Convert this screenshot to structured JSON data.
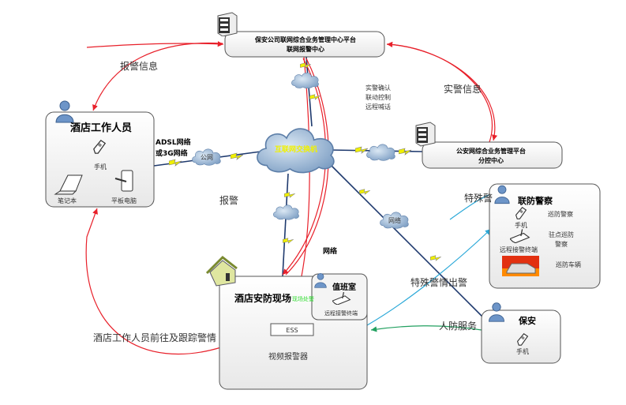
{
  "nodes": {
    "security_center": {
      "line1": "保安公司联网综合业务管理中心平台",
      "line2": "联网报警中心"
    },
    "police_center": {
      "line1": "公安网综合业务管理平台",
      "line2": "分控中心"
    },
    "hotel_staff": {
      "title": "酒店工作人员",
      "phone": "手机",
      "laptop": "笔记本",
      "tablet": "平板电脑"
    },
    "joint_police": {
      "title": "联防警察",
      "phone": "手机",
      "patrol_police": "巡防警察",
      "terminal": "远程接警终端",
      "station_police_1": "驻点巡防",
      "station_police_2": "警察",
      "patrol_vehicle": "巡防车辆"
    },
    "guard": {
      "title": "保安",
      "phone": "手机"
    },
    "hotel_site": {
      "title": "酒店安防现场",
      "onsite": "现场处警",
      "ess": "ESS",
      "video_alarm": "视频报警器"
    },
    "duty_room": {
      "title": "值班室",
      "terminal": "远程接警终端"
    },
    "internet_switch": "互联网交换机",
    "public_net": "公网",
    "network_cloud": "网络"
  },
  "edges": {
    "alarm_info": "报警信息",
    "real_alarm_info": "实警信息",
    "confirm_1": "实警确认",
    "confirm_2": "联动控制",
    "confirm_3": "远程喊话",
    "adsl_1": "ADSL网络",
    "adsl_2": "或3G网络",
    "alarm": "报警",
    "network": "网络",
    "special_dispatch": "特殊警情出警",
    "special_partial": "特殊警",
    "guard_service": "人防服务",
    "staff_follow": "酒店工作人员前往及跟踪警情"
  },
  "colors": {
    "red": "#e8202a",
    "cyan": "#2aa8d8",
    "green": "#22a060",
    "navy": "#1f3a6e",
    "lightning": "#f0f000",
    "onsite_green": "#33dd33"
  }
}
